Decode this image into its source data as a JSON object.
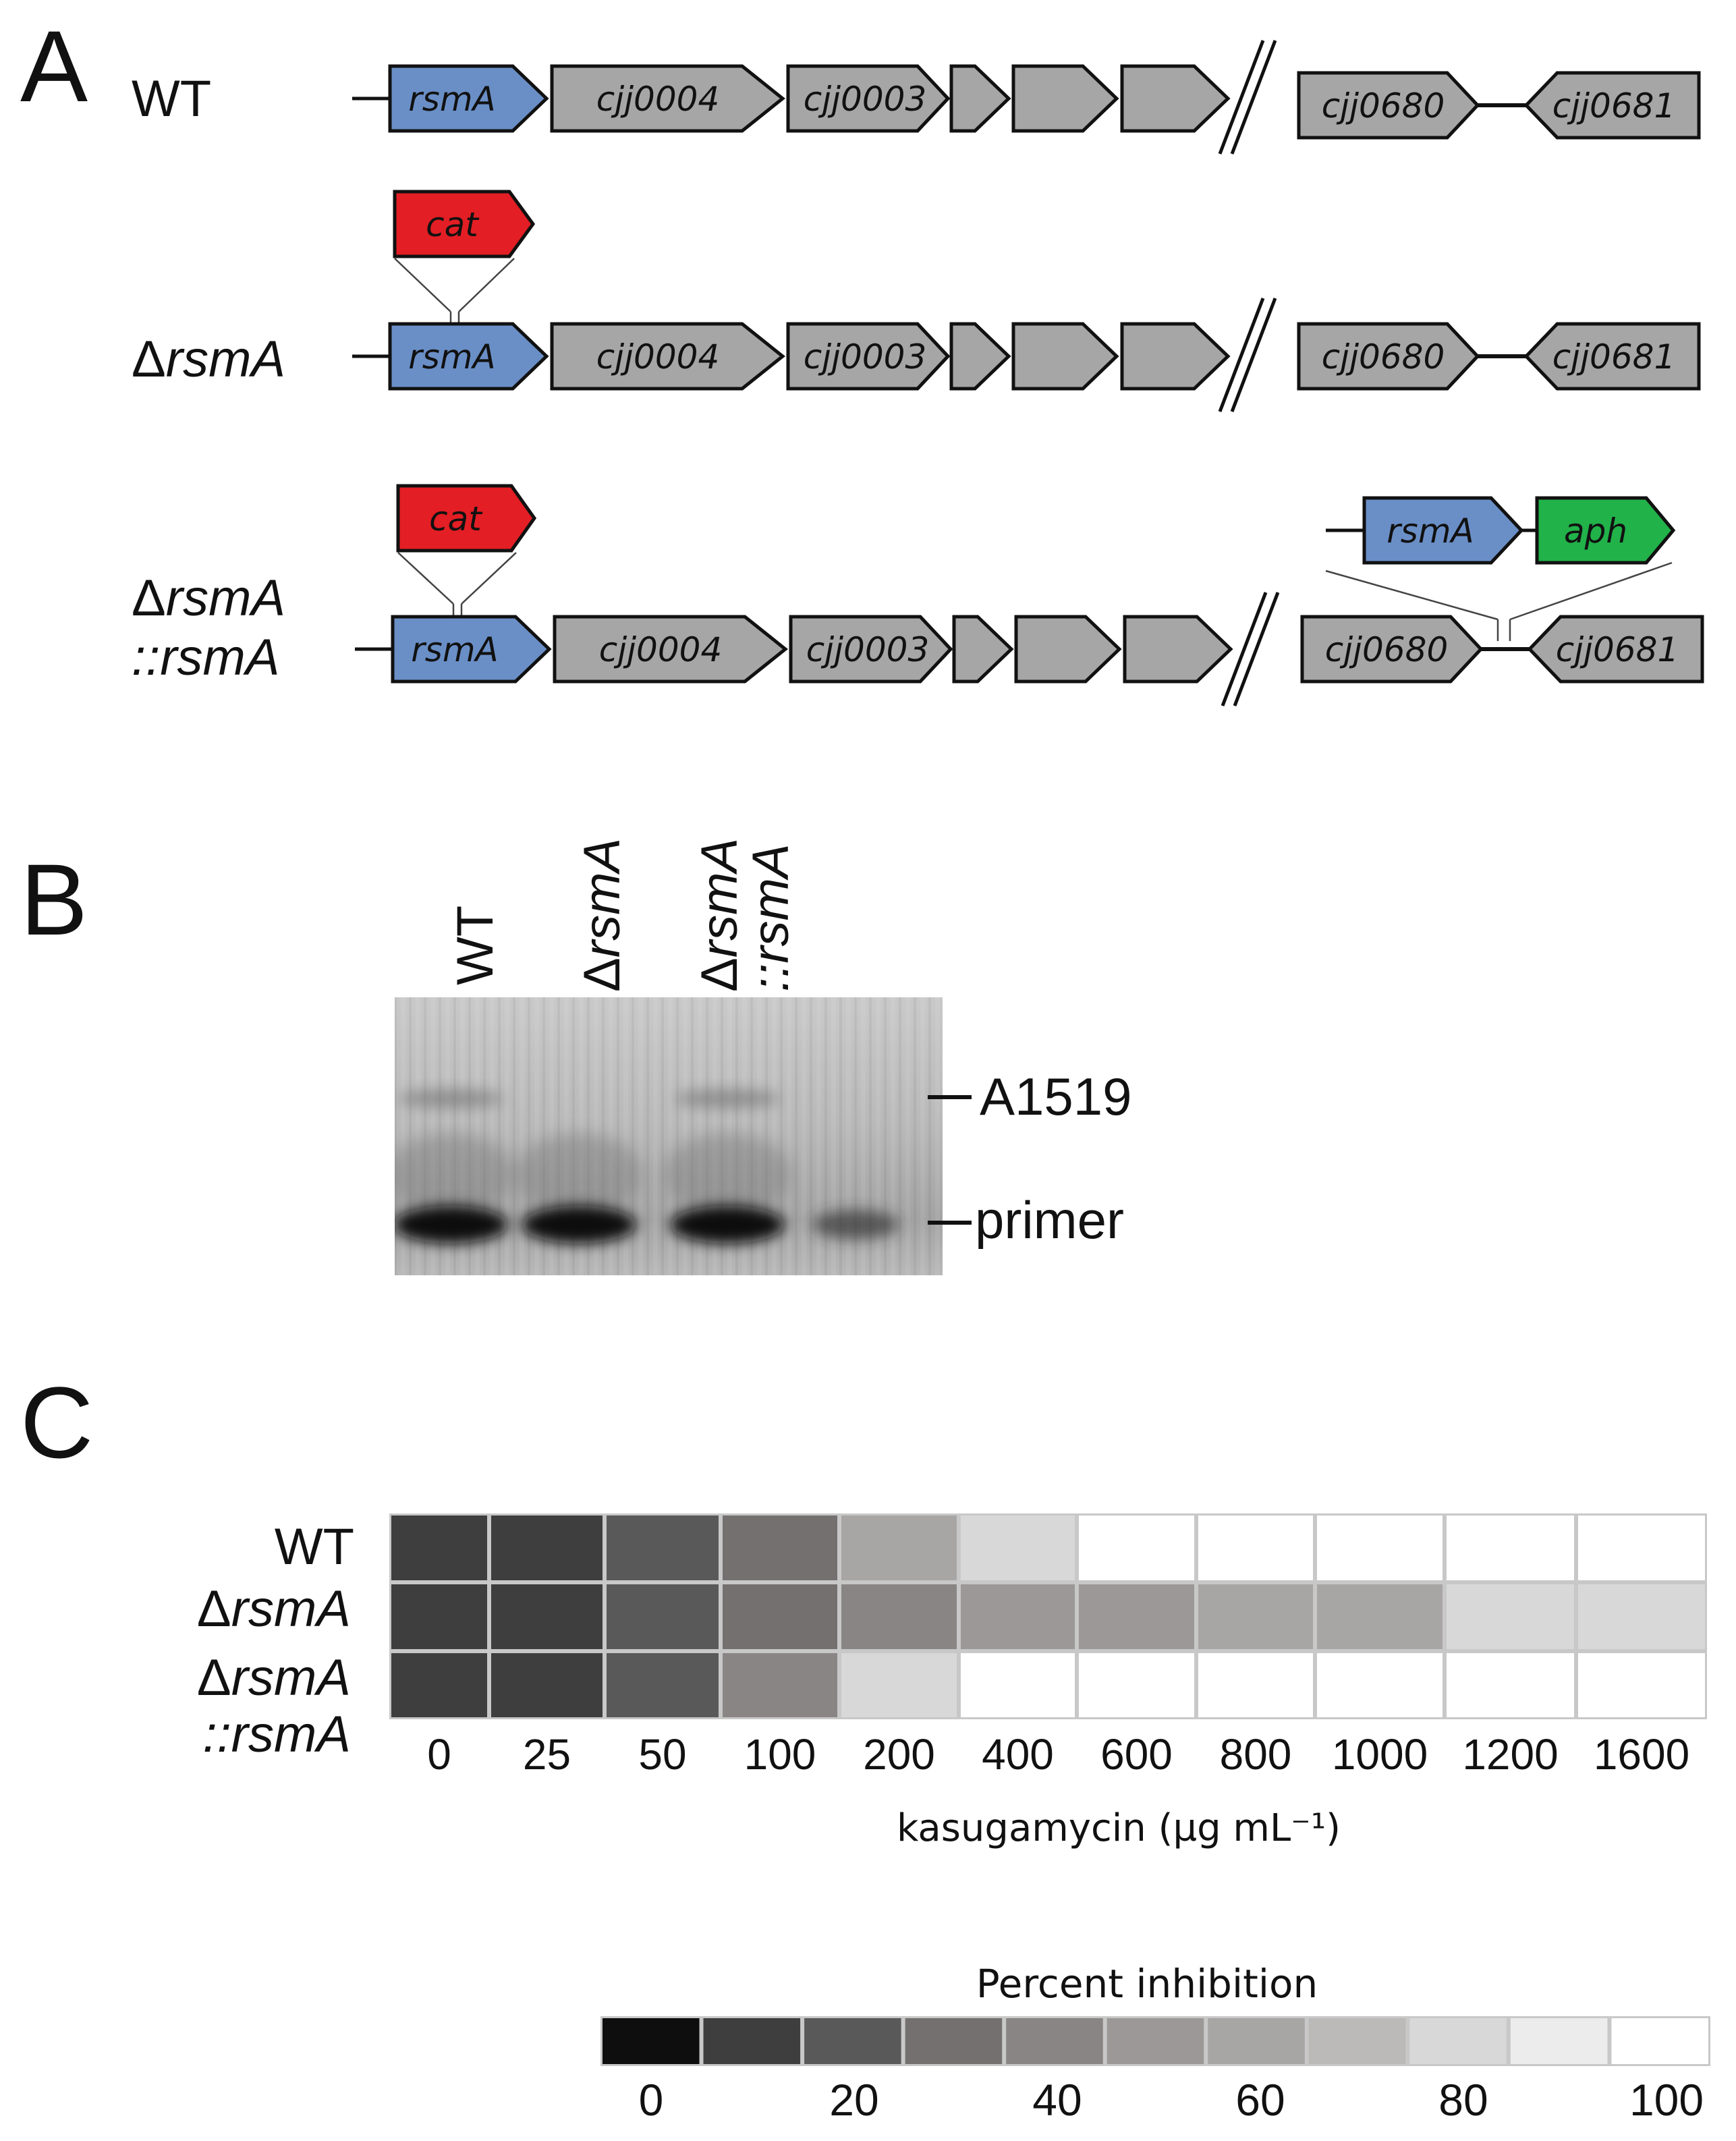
{
  "panel_a": {
    "letter": "A",
    "strains": {
      "wt": "WT",
      "delta_symbol": "Δ",
      "mutant": "rsmA",
      "complement_line1_delta": "Δ",
      "complement_line1": "rsmA",
      "complement_line2": "::rsmA"
    },
    "genes": {
      "rsmA": "rsmA",
      "cjj0004": "cjj0004",
      "cjj0003": "cjj0003",
      "cjj0680": "cjj0680",
      "cjj0681": "cjj0681",
      "cat": "cat",
      "aph": "aph"
    },
    "colors": {
      "rsmA": "#6a8fc7",
      "cat": "#e31e24",
      "aph": "#21b24a",
      "other_gene": "#a6a6a6"
    }
  },
  "panel_b": {
    "letter": "B",
    "lanes": {
      "wt": "WT",
      "mutant_delta": "Δ",
      "mutant": "rsmA",
      "complement_delta": "Δ",
      "complement_line1": "rsmA",
      "complement_line2": "::rsmA"
    },
    "bands": {
      "upper": "A1519",
      "lower": "primer"
    },
    "band_presence": {
      "A1519": [
        true,
        false,
        true,
        false
      ],
      "primer": [
        1.0,
        1.0,
        1.0,
        0.45
      ]
    }
  },
  "panel_c": {
    "letter": "C",
    "rows": {
      "wt": "WT",
      "mutant_delta": "Δ",
      "mutant": "rsmA",
      "complement_delta": "Δ",
      "complement_line1": "rsmA",
      "complement_line2": "::rsmA"
    },
    "xlabel": "kasugamycin (µg mL⁻¹)",
    "legend_title": "Percent inhibition",
    "legend_ticks": [
      "0",
      "20",
      "40",
      "60",
      "80",
      "100"
    ]
  },
  "chart_data": {
    "type": "heatmap",
    "title": "",
    "x": [
      "0",
      "25",
      "50",
      "100",
      "200",
      "400",
      "600",
      "800",
      "1000",
      "1200",
      "1600"
    ],
    "xlabel": "kasugamycin (µg mL⁻¹)",
    "y": [
      "WT",
      "ΔrsmA",
      "ΔrsmA ::rsmA"
    ],
    "values": [
      [
        5,
        5,
        15,
        25,
        55,
        80,
        95,
        100,
        100,
        100,
        100
      ],
      [
        5,
        5,
        15,
        25,
        35,
        45,
        45,
        55,
        55,
        75,
        80
      ],
      [
        5,
        5,
        15,
        35,
        80,
        95,
        100,
        100,
        100,
        100,
        100
      ]
    ],
    "color_scale": {
      "title": "Percent inhibition",
      "range": [
        0,
        100
      ],
      "ticks": [
        0,
        20,
        40,
        60,
        80,
        100
      ],
      "colors": [
        "#0e0e0e",
        "#3e3e3e",
        "#595959",
        "#747070",
        "#8a8585",
        "#9c9898",
        "#a8a5a5",
        "#bcb9b9",
        "#d8d8d8",
        "#ececec",
        "#ffffff"
      ]
    }
  }
}
